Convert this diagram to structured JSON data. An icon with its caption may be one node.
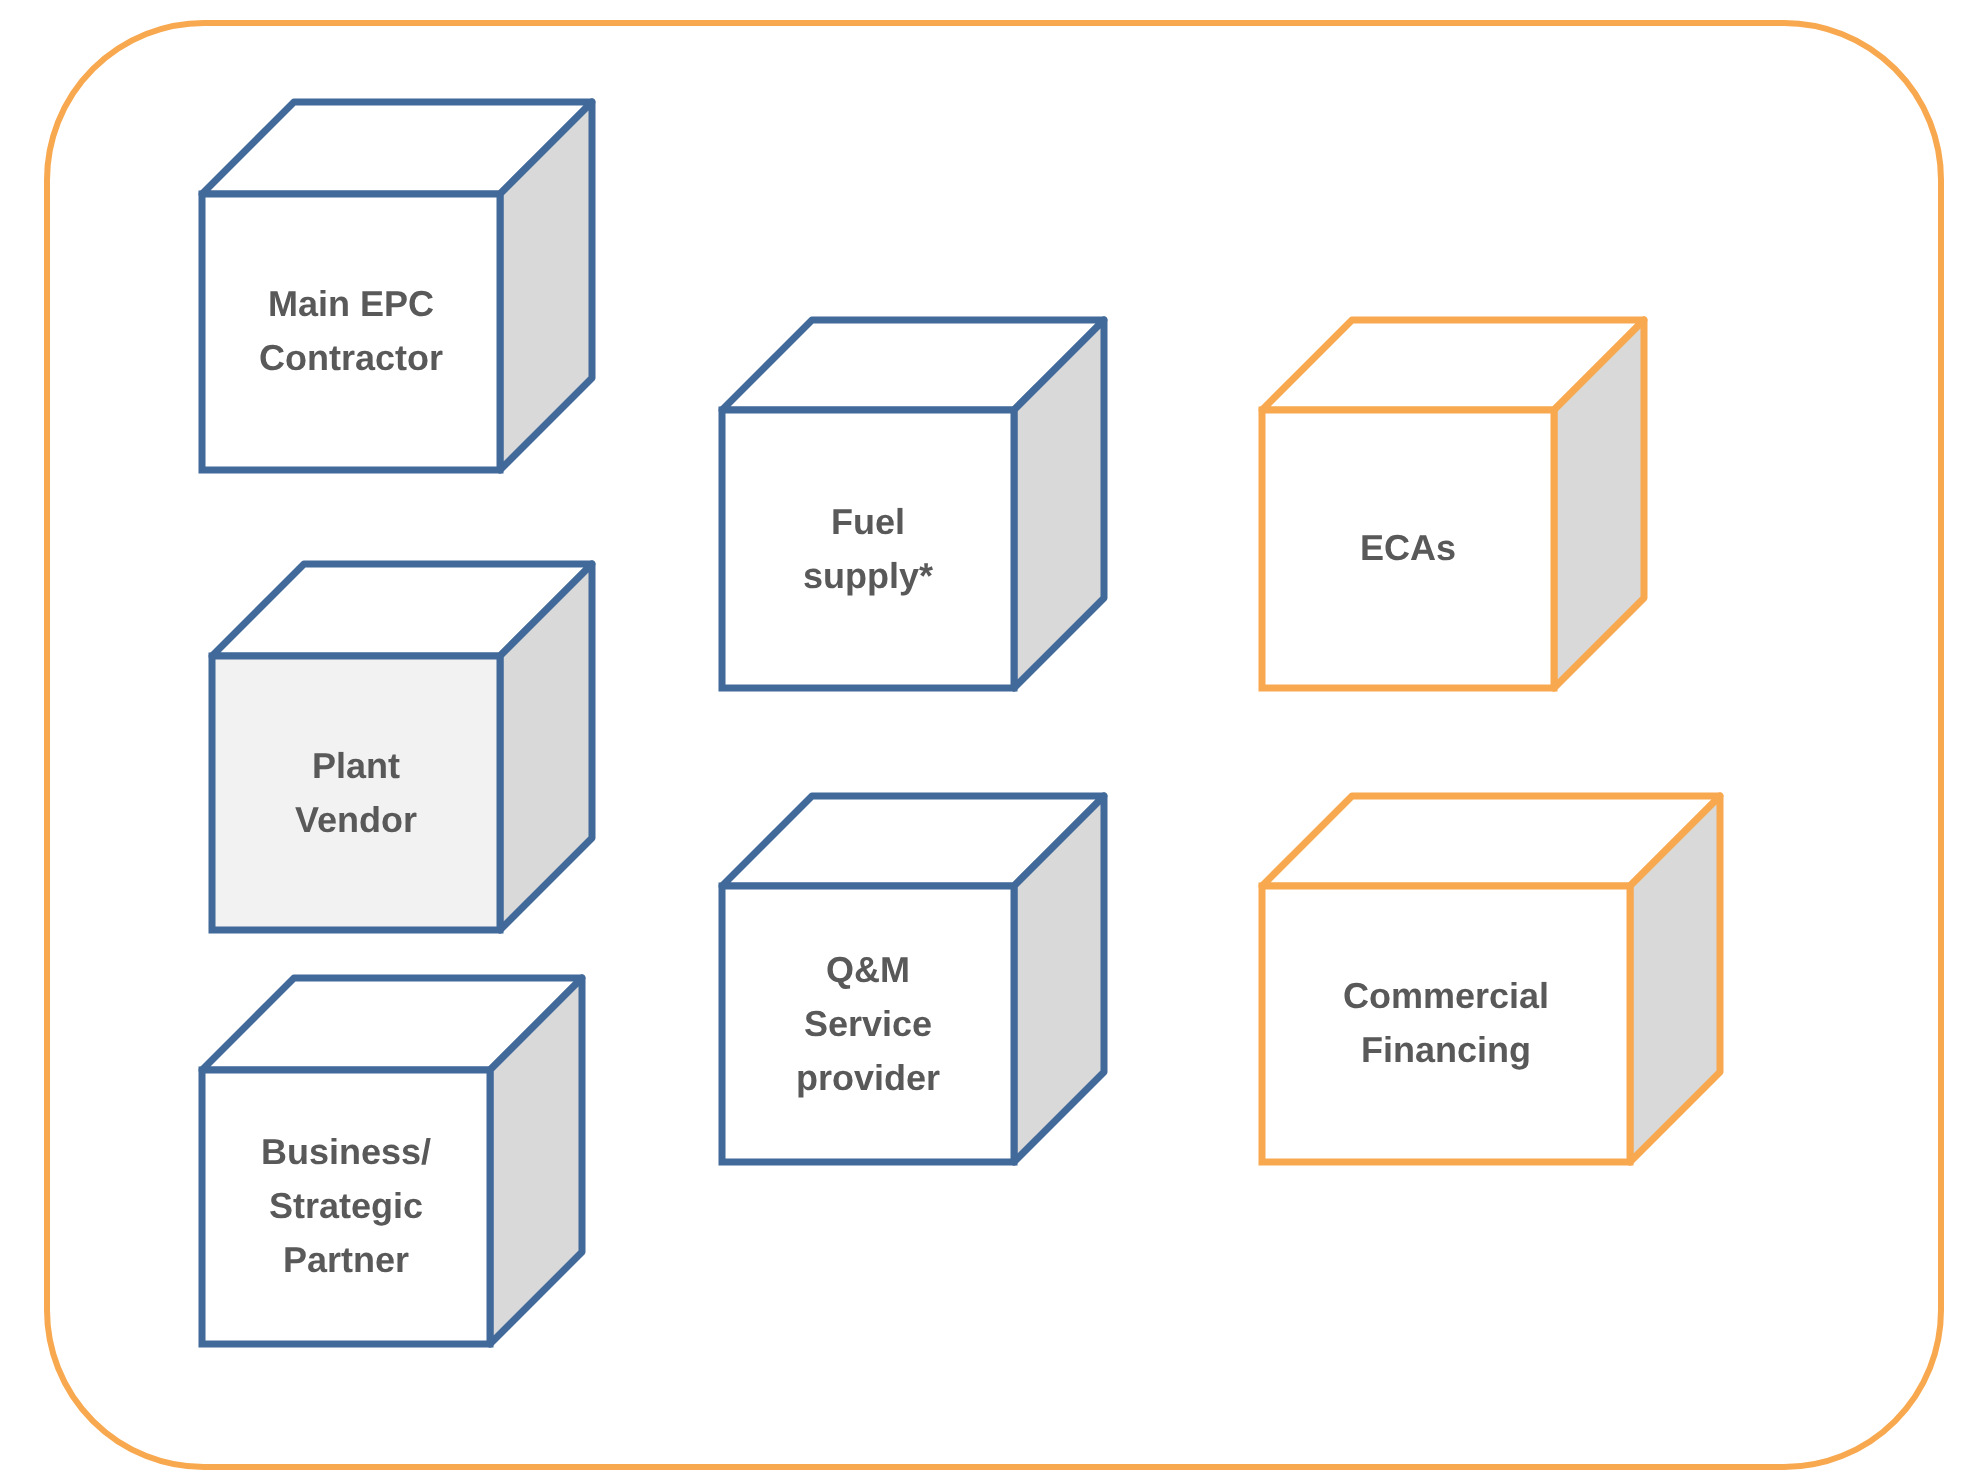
{
  "diagram": {
    "nodes": [
      {
        "text": [],
        "shape": "box"
      },
      {
        "text": [
          "Main EPC Contractor"
        ],
        "in": 0
      },
      {
        "text": [
          "Plant Vendor"
        ],
        "in": 0
      },
      {
        "text": [
          "Business/ Strategic Partner"
        ],
        "in": 0
      },
      {
        "text": [
          "Fuel supply*"
        ],
        "in": 0
      },
      {
        "text": [
          "Q&M Service provider"
        ],
        "in": 0
      },
      {
        "text": [
          "ECAs"
        ],
        "in": 0
      },
      {
        "text": [
          "Commercial Financing"
        ],
        "in": 0
      }
    ]
  }
}
